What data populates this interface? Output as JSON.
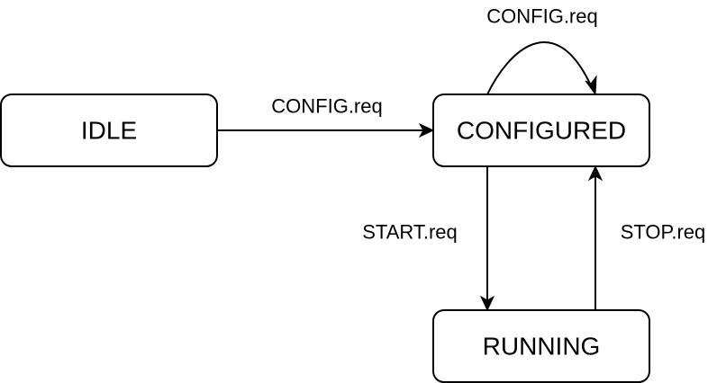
{
  "states": {
    "idle": "IDLE",
    "configured": "CONFIGURED",
    "running": "RUNNING"
  },
  "transitions": {
    "idle_to_configured": "CONFIG.req",
    "configured_self": "CONFIG.req",
    "configured_to_running": "START.req",
    "running_to_configured": "STOP.req"
  },
  "colors": {
    "stroke": "#000000",
    "fill": "#ffffff"
  }
}
